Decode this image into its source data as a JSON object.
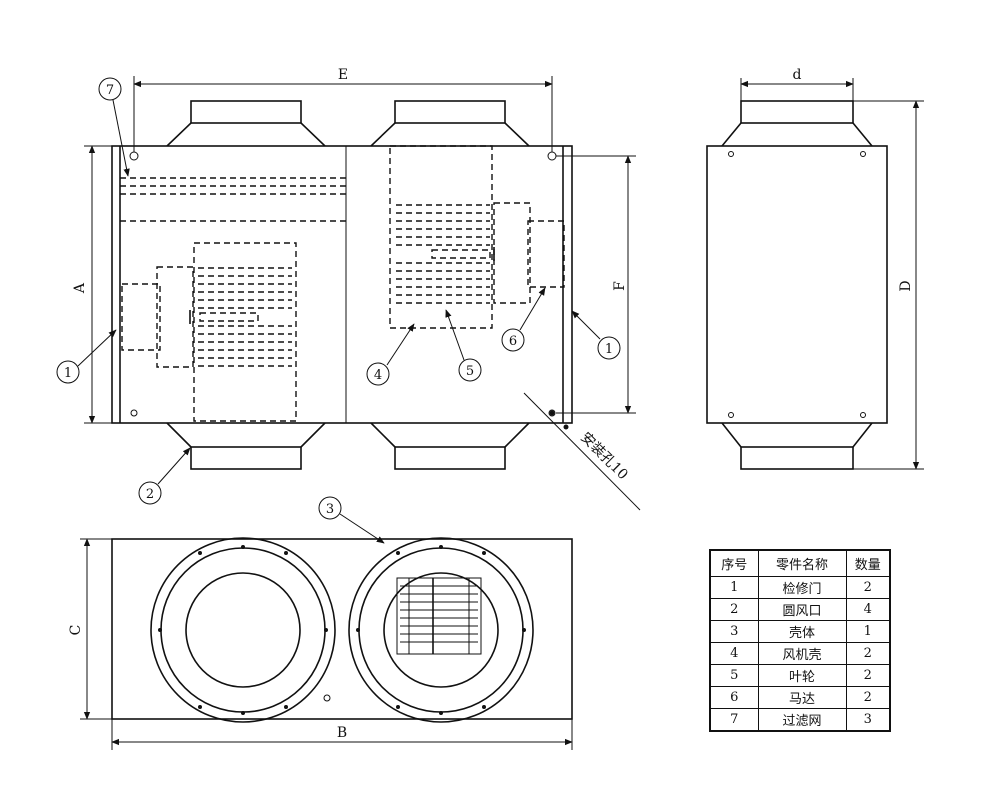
{
  "dimensions": {
    "A": "A",
    "B": "B",
    "C": "C",
    "D": "D",
    "E": "E",
    "F": "F",
    "d": "d"
  },
  "mount_hole_label": "安装孔10",
  "callouts": [
    "1",
    "2",
    "3",
    "4",
    "5",
    "6",
    "7"
  ],
  "parts_table": {
    "headers": [
      "序号",
      "零件名称",
      "数量"
    ],
    "rows": [
      {
        "no": "1",
        "name": "检修门",
        "qty": "2"
      },
      {
        "no": "2",
        "name": "圆风口",
        "qty": "4"
      },
      {
        "no": "3",
        "name": "壳体",
        "qty": "1"
      },
      {
        "no": "4",
        "name": "风机壳",
        "qty": "2"
      },
      {
        "no": "5",
        "name": "叶轮",
        "qty": "2"
      },
      {
        "no": "6",
        "name": "马达",
        "qty": "2"
      },
      {
        "no": "7",
        "name": "过滤网",
        "qty": "3"
      }
    ]
  }
}
